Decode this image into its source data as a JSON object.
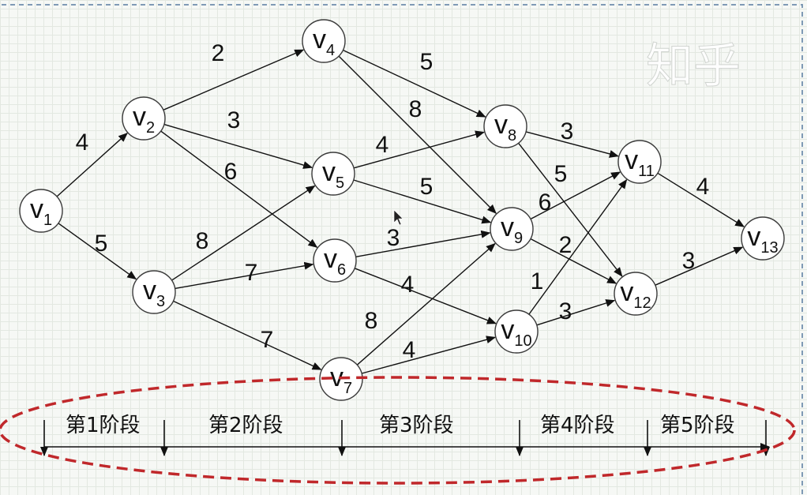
{
  "watermark": "知乎",
  "colors": {
    "ellipse": "#c0282b",
    "frame": "#7f9ab5",
    "edge": "#111111"
  },
  "nodes": [
    {
      "id": "v1",
      "main": "v",
      "sub": "1"
    },
    {
      "id": "v2",
      "main": "v",
      "sub": "2"
    },
    {
      "id": "v3",
      "main": "v",
      "sub": "3"
    },
    {
      "id": "v4",
      "main": "v",
      "sub": "4"
    },
    {
      "id": "v5",
      "main": "v",
      "sub": "5"
    },
    {
      "id": "v6",
      "main": "v",
      "sub": "6"
    },
    {
      "id": "v7",
      "main": "v",
      "sub": "7"
    },
    {
      "id": "v8",
      "main": "v",
      "sub": "8"
    },
    {
      "id": "v9",
      "main": "v",
      "sub": "9"
    },
    {
      "id": "v10",
      "main": "v",
      "sub": "10"
    },
    {
      "id": "v11",
      "main": "v",
      "sub": "11"
    },
    {
      "id": "v12",
      "main": "v",
      "sub": "12"
    },
    {
      "id": "v13",
      "main": "v",
      "sub": "13"
    }
  ],
  "edges": [
    {
      "from": "v1",
      "to": "v2",
      "weight": "4"
    },
    {
      "from": "v1",
      "to": "v3",
      "weight": "5"
    },
    {
      "from": "v2",
      "to": "v4",
      "weight": "2"
    },
    {
      "from": "v2",
      "to": "v5",
      "weight": "3"
    },
    {
      "from": "v2",
      "to": "v6",
      "weight": "6"
    },
    {
      "from": "v3",
      "to": "v5",
      "weight": "8"
    },
    {
      "from": "v3",
      "to": "v6",
      "weight": "7"
    },
    {
      "from": "v3",
      "to": "v7",
      "weight": "7"
    },
    {
      "from": "v4",
      "to": "v8",
      "weight": "5"
    },
    {
      "from": "v4",
      "to": "v9",
      "weight": "8"
    },
    {
      "from": "v5",
      "to": "v8",
      "weight": "4"
    },
    {
      "from": "v5",
      "to": "v9",
      "weight": "5"
    },
    {
      "from": "v6",
      "to": "v9",
      "weight": "3"
    },
    {
      "from": "v6",
      "to": "v10",
      "weight": "4"
    },
    {
      "from": "v7",
      "to": "v9",
      "weight": "8"
    },
    {
      "from": "v7",
      "to": "v10",
      "weight": "4"
    },
    {
      "from": "v8",
      "to": "v11",
      "weight": "3"
    },
    {
      "from": "v8",
      "to": "v12",
      "weight": "5"
    },
    {
      "from": "v9",
      "to": "v11",
      "weight": "6"
    },
    {
      "from": "v9",
      "to": "v12",
      "weight": "2"
    },
    {
      "from": "v10",
      "to": "v11",
      "weight": "1"
    },
    {
      "from": "v10",
      "to": "v12",
      "weight": "3"
    },
    {
      "from": "v11",
      "to": "v13",
      "weight": "4"
    },
    {
      "from": "v12",
      "to": "v13",
      "weight": "3"
    }
  ],
  "stages": [
    "第1阶段",
    "第2阶段",
    "第3阶段",
    "第4阶段",
    "第5阶段"
  ]
}
